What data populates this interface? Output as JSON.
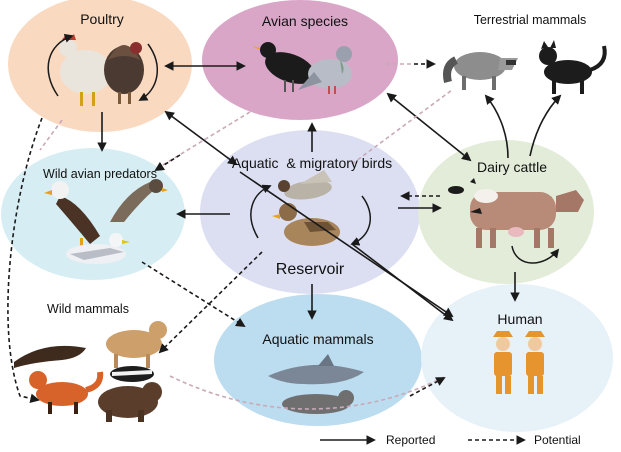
{
  "nodes": {
    "poultry": "Poultry",
    "avian_species": "Avian species",
    "terrestrial_mammals": "Terrestrial mammals",
    "wild_avian_predators": "Wild avian predators",
    "aquatic_migratory_birds": "Aquatic  & migratory birds",
    "reservoir": "Reservoir",
    "dairy_cattle": "Dairy cattle",
    "wild_mammals": "Wild mammals",
    "aquatic_mammals": "Aquatic mammals",
    "human": "Human"
  },
  "legend": {
    "reported": "Reported",
    "potential": "Potential"
  },
  "colors": {
    "poultry_bg": "#f9d9c0",
    "avian_species_bg": "#d9a6c8",
    "reservoir_bg": "#dcdff2",
    "wild_avian_bg": "#d6eef3",
    "dairy_bg": "#e2ecd9",
    "aquatic_mammals_bg": "#bcdcf0",
    "human_bg": "#e7f1f8",
    "arrow": "#1a1a1a",
    "potential_arrow_light": "#c9a9b8"
  }
}
